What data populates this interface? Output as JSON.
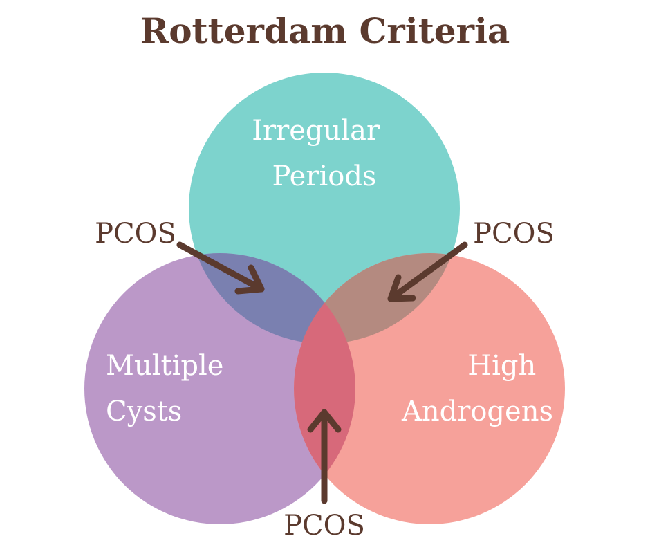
{
  "title": "Rotterdam Criteria",
  "circles": {
    "top": {
      "lines": [
        "Irregular",
        "Periods"
      ],
      "color": "#7dd3cd"
    },
    "left": {
      "lines": [
        "Multiple",
        "Cysts"
      ],
      "color": "#bb98c8"
    },
    "right": {
      "lines": [
        "High",
        "Androgens"
      ],
      "color": "#f6a19a"
    }
  },
  "overlaps": {
    "top_left": {
      "color": "#7a80b0"
    },
    "top_right": {
      "color": "#b48a80"
    },
    "left_right": {
      "color": "#d7697a"
    }
  },
  "pcos_labels": {
    "left": "PCOS",
    "right": "PCOS",
    "bottom": "PCOS"
  },
  "colors": {
    "title": "#5b3a2e",
    "pcos_text": "#5b3a2e",
    "arrow": "#5b3a2e",
    "circle_text": "#ffffff"
  }
}
